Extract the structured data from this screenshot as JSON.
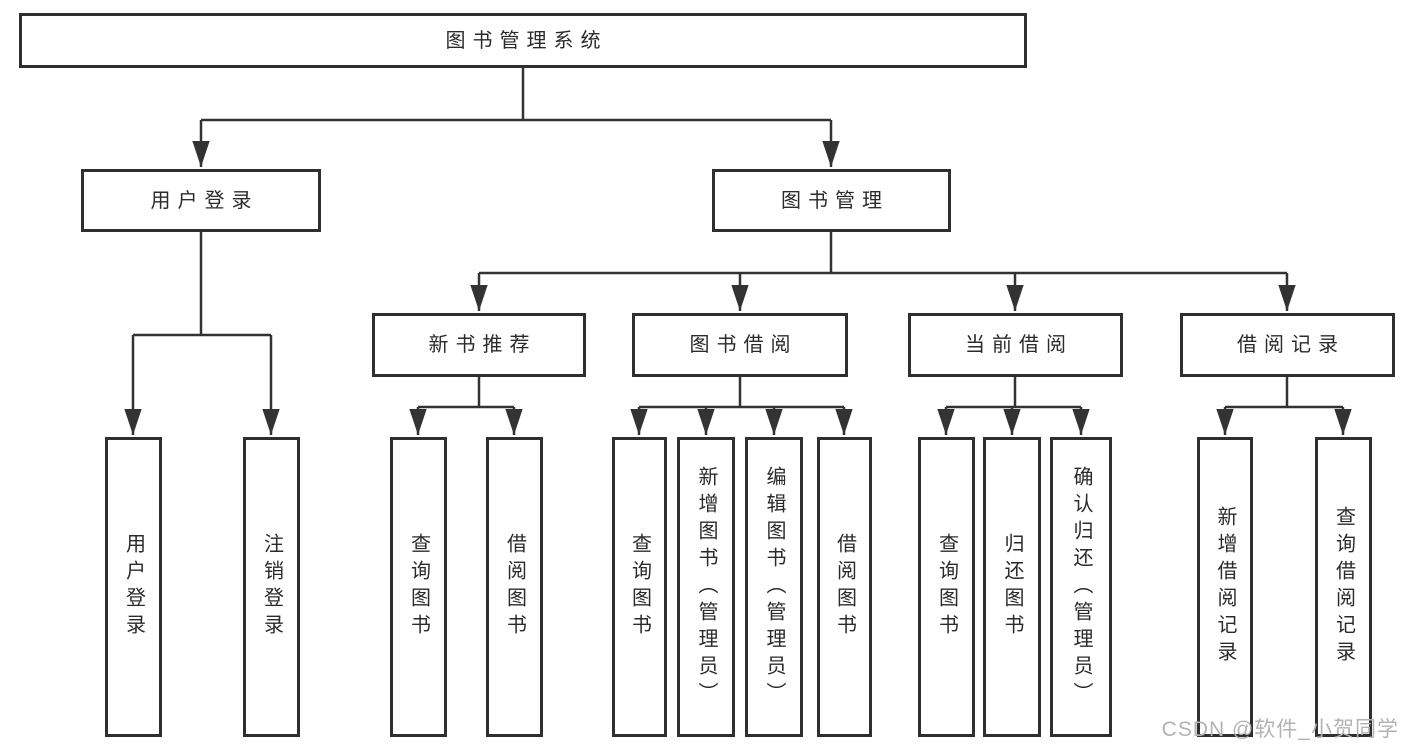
{
  "diagram": {
    "type": "hierarchy-diagram",
    "background": "#ffffff",
    "line_color": "#333333",
    "border_color": "#2f2f2f",
    "text_color": "#2b2b2b",
    "watermark_color": "#b3b3b3",
    "watermark": "CSDN @软件_小贺同学"
  },
  "nodes": {
    "root": {
      "label": "图书管理系统"
    },
    "user_login": {
      "label": "用户登录"
    },
    "book_management": {
      "label": "图书管理"
    },
    "new_book_recommend": {
      "label": "新书推荐"
    },
    "book_borrowing": {
      "label": "图书借阅"
    },
    "current_borrowing": {
      "label": "当前借阅"
    },
    "borrowing_records": {
      "label": "借阅记录"
    },
    "leaf_user_login": {
      "label": "用户登录"
    },
    "leaf_logout": {
      "label": "注销登录"
    },
    "leaf_rec_query_books": {
      "label": "查询图书"
    },
    "leaf_rec_borrow_books": {
      "label": "借阅图书"
    },
    "leaf_bb_query_books": {
      "label": "查询图书"
    },
    "leaf_bb_add_books": {
      "label": "新增图书（管理员）"
    },
    "leaf_bb_edit_books": {
      "label": "编辑图书（管理员）"
    },
    "leaf_bb_borrow_books": {
      "label": "借阅图书"
    },
    "leaf_cb_query_books": {
      "label": "查询图书"
    },
    "leaf_cb_return_books": {
      "label": "归还图书"
    },
    "leaf_cb_confirm_return": {
      "label": "确认归还（管理员）"
    },
    "leaf_br_add_record": {
      "label": "新增借阅记录"
    },
    "leaf_br_query_record": {
      "label": "查询借阅记录"
    }
  },
  "hierarchy": {
    "图书管理系统": {
      "用户登录": [
        "用户登录",
        "注销登录"
      ],
      "图书管理": {
        "新书推荐": [
          "查询图书",
          "借阅图书"
        ],
        "图书借阅": [
          "查询图书",
          "新增图书（管理员）",
          "编辑图书（管理员）",
          "借阅图书"
        ],
        "当前借阅": [
          "查询图书",
          "归还图书",
          "确认归还（管理员）"
        ],
        "借阅记录": [
          "新增借阅记录",
          "查询借阅记录"
        ]
      }
    }
  }
}
